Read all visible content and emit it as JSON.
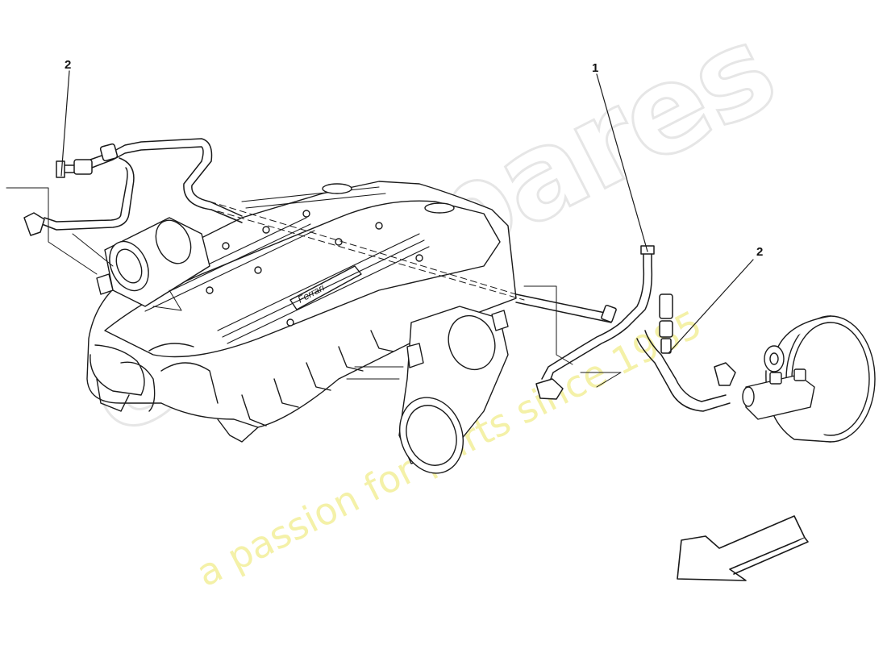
{
  "diagram": {
    "callouts": [
      {
        "id": "part-1",
        "label": "1"
      },
      {
        "id": "part-2-left",
        "label": "2"
      },
      {
        "id": "part-2-right",
        "label": "2"
      }
    ],
    "engine_cover_text": "Ferrari"
  },
  "watermark": {
    "brand": "eurospares",
    "tagline": "a passion for parts since 1985"
  },
  "colors": {
    "line": "#1a1a1a",
    "watermark_outline": "#e6e6e6",
    "watermark_tagline": "#f4f1a8",
    "background": "#ffffff"
  }
}
